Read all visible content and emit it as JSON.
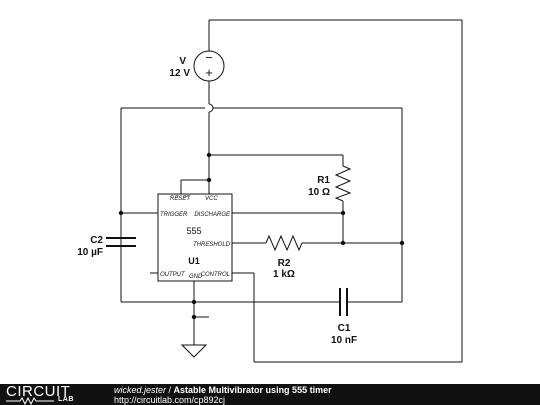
{
  "source": {
    "label": "V",
    "value": "12 V",
    "minus_symbol": "−",
    "plus_symbol": "+"
  },
  "chip": {
    "part": "555",
    "ref": "U1",
    "pins": {
      "reset": "RESET",
      "vcc": "VCC",
      "trigger": "TRIGGER",
      "discharge": "DISCHARGE",
      "threshold": "THRESHOLD",
      "output": "OUTPUT",
      "gnd": "GND",
      "control": "CONTROL"
    }
  },
  "r1": {
    "name": "R1",
    "value": "10 Ω"
  },
  "r2": {
    "name": "R2",
    "value": "1 kΩ"
  },
  "c1": {
    "name": "C1",
    "value": "10 nF"
  },
  "c2": {
    "name": "C2",
    "value": "10 µF"
  },
  "footer": {
    "logo_top": "CIRCUIT",
    "logo_bottom": "LAB",
    "author": "wicked.jester",
    "separator": " / ",
    "title": "Astable Multivibrator using 555 timer",
    "url": "http://circuitlab.com/cp892cj"
  }
}
